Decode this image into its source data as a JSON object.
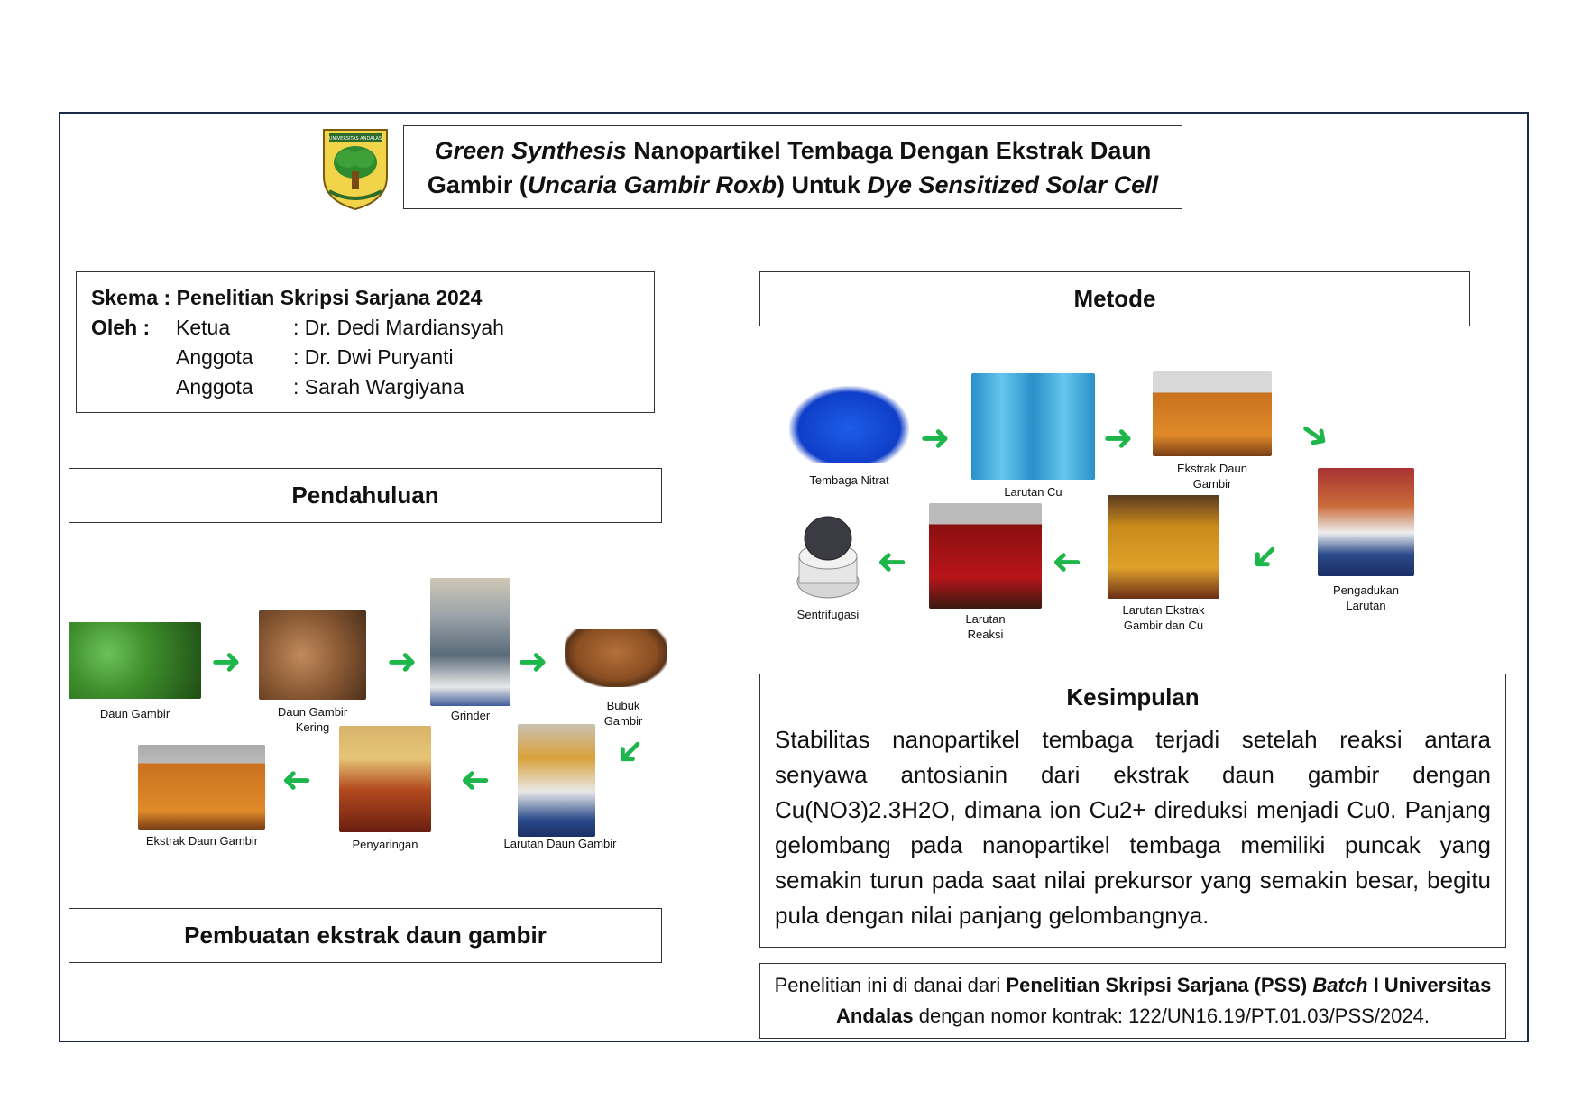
{
  "title": {
    "part1_italic": "Green Synthesis",
    "part2": " Nanopartikel Tembaga Dengan Ekstrak Daun",
    "part3": "Gambir (",
    "part4_italic": "Uncaria Gambir Roxb",
    "part5": ") Untuk ",
    "part6_italic": "Dye Sensitized Solar Cell"
  },
  "logo": {
    "banner_text": "UNIVERSITAS ANDALAS",
    "icon": "tree-emblem-icon"
  },
  "skema": {
    "title": "Skema : Penelitian Skripsi Sarjana 2024",
    "oleh_label": "Oleh :",
    "members": [
      {
        "role": "Ketua",
        "name": ": Dr. Dedi Mardiansyah"
      },
      {
        "role": "Anggota",
        "name": ": Dr. Dwi Puryanti"
      },
      {
        "role": "Anggota",
        "name": ": Sarah Wargiyana"
      }
    ]
  },
  "sections": {
    "metode": "Metode",
    "pendahuluan": "Pendahuluan",
    "pembuatan": "Pembuatan ekstrak daun gambir"
  },
  "metode_captions": {
    "tembaga_nitrat": "Tembaga Nitrat",
    "larutan_cu": "Larutan Cu",
    "ekstrak_line1": "Ekstrak Daun",
    "ekstrak_line2": "Gambir",
    "pengadukan_line1": "Pengadukan",
    "pengadukan_line2": "Larutan",
    "larutan_ekstrak_line1": "Larutan Ekstrak",
    "larutan_ekstrak_line2": "Gambir dan Cu",
    "larutan_reaksi_line1": "Larutan",
    "larutan_reaksi_line2": "Reaksi",
    "sentrifugasi": "Sentrifugasi"
  },
  "pendahuluan_captions": {
    "daun_gambir": "Daun Gambir",
    "daun_kering_line1": "Daun Gambir",
    "daun_kering_line2": "Kering",
    "grinder": "Grinder",
    "bubuk_line1": "Bubuk",
    "bubuk_line2": "Gambir",
    "larutan_daun": "Larutan Daun Gambir",
    "penyaringan": "Penyaringan",
    "ekstrak_daun": "Ekstrak Daun Gambir"
  },
  "kesimpulan": {
    "title": "Kesimpulan",
    "body": "Stabilitas nanopartikel tembaga terjadi setelah reaksi antara senyawa antosianin dari ekstrak daun gambir dengan Cu(NO3)2.3H2O, dimana ion Cu2+ direduksi menjadi Cu0. Panjang gelombang pada nanopartikel tembaga memiliki puncak yang semakin turun pada saat nilai prekursor yang semakin besar, begitu pula dengan nilai panjang gelombangnya."
  },
  "funding": {
    "t1": "Penelitian ini di danai dari ",
    "t2_bold": "Penelitian Skripsi Sarjana (PSS) ",
    "t3_bold_italic": "Batch",
    "t4_bold": " I Universitas Andalas",
    "t5": " dengan nomor kontrak: 122/UN16.19/PT.01.03/PSS/2024."
  },
  "colors": {
    "arrow": "#1cb64b",
    "frame": "#1c2a4a"
  }
}
